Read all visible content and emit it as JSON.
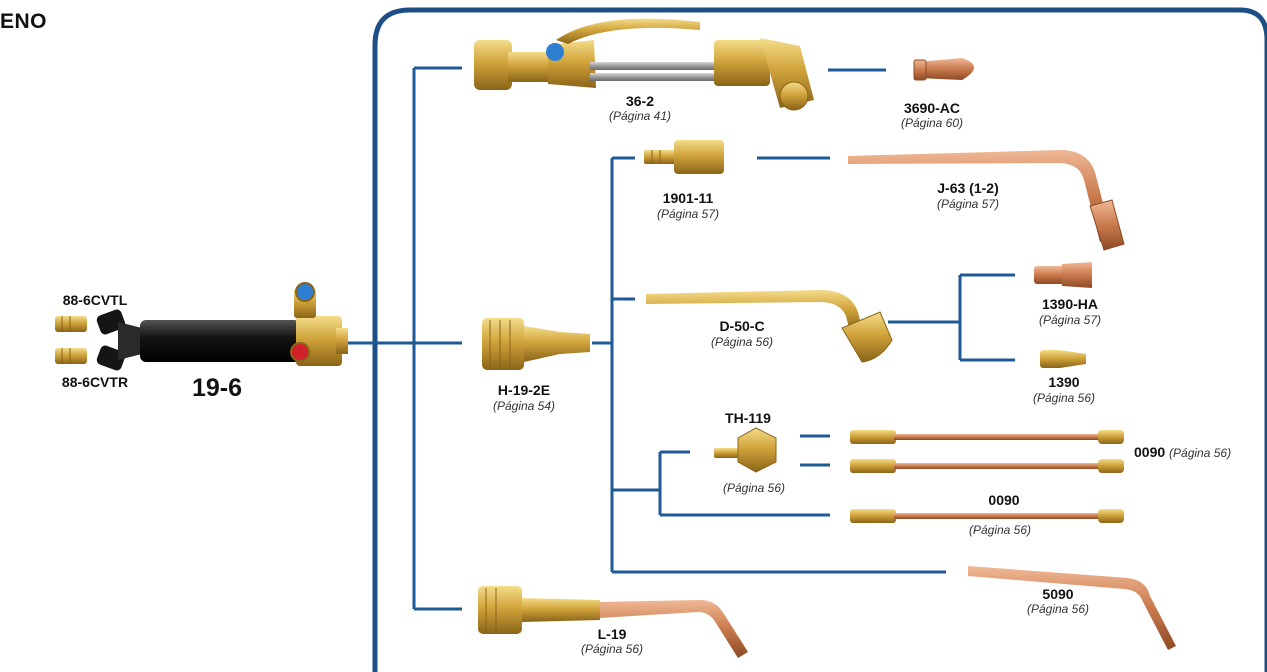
{
  "header": {
    "title": "ENO"
  },
  "colors": {
    "frame": "#1d4f86",
    "line": "#1d5a96",
    "brass": "#c9a13b",
    "copper": "#c97a4d"
  },
  "main_item": {
    "code": "19-6"
  },
  "valves": {
    "left": "88-6CVTL",
    "right": "88-6CVTR"
  },
  "items": {
    "i36_2": {
      "code": "36-2",
      "page": "(Página 41)"
    },
    "i3690": {
      "code": "3690-AC",
      "page": "(Página 60)"
    },
    "i1901": {
      "code": "1901-11",
      "page": "(Página 57)"
    },
    "ij63": {
      "code": "J-63 (1-2)",
      "page": "(Página 57)"
    },
    "ih19": {
      "code": "H-19-2E",
      "page": "(Página 54)"
    },
    "id50": {
      "code": "D-50-C",
      "page": "(Página 56)"
    },
    "i1390ha": {
      "code": "1390-HA",
      "page": "(Página 57)"
    },
    "i1390": {
      "code": "1390",
      "page": "(Página 56)"
    },
    "ith119": {
      "code": "TH-119",
      "page": "(Página 56)"
    },
    "i0090a": {
      "code": "0090",
      "page": "(Página 56)"
    },
    "i0090b": {
      "code": "0090",
      "page": "(Página 56)"
    },
    "i5090": {
      "code": "5090",
      "page": "(Página 56)"
    },
    "il19": {
      "code": "L-19",
      "page": "(Página 56)"
    }
  }
}
